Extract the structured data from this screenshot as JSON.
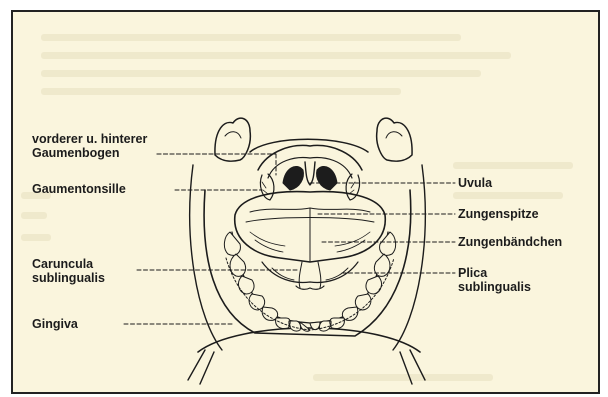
{
  "labels": {
    "left": {
      "arches_line1": "vorderer u. hinterer",
      "arches_line2": "Gaumenbogen",
      "tonsil": "Gaumentonsille",
      "caruncula_line1": "Caruncula",
      "caruncula_line2": "sublingualis",
      "gingiva": "Gingiva"
    },
    "right": {
      "uvula": "Uvula",
      "tongue_tip": "Zungenspitze",
      "frenulum": "Zungenbändchen",
      "plica_line1": "Plica",
      "plica_line2": "sublingualis"
    }
  },
  "colors": {
    "paper": "#faf5dd",
    "ink": "#1c1c1c",
    "border": "#222222"
  }
}
